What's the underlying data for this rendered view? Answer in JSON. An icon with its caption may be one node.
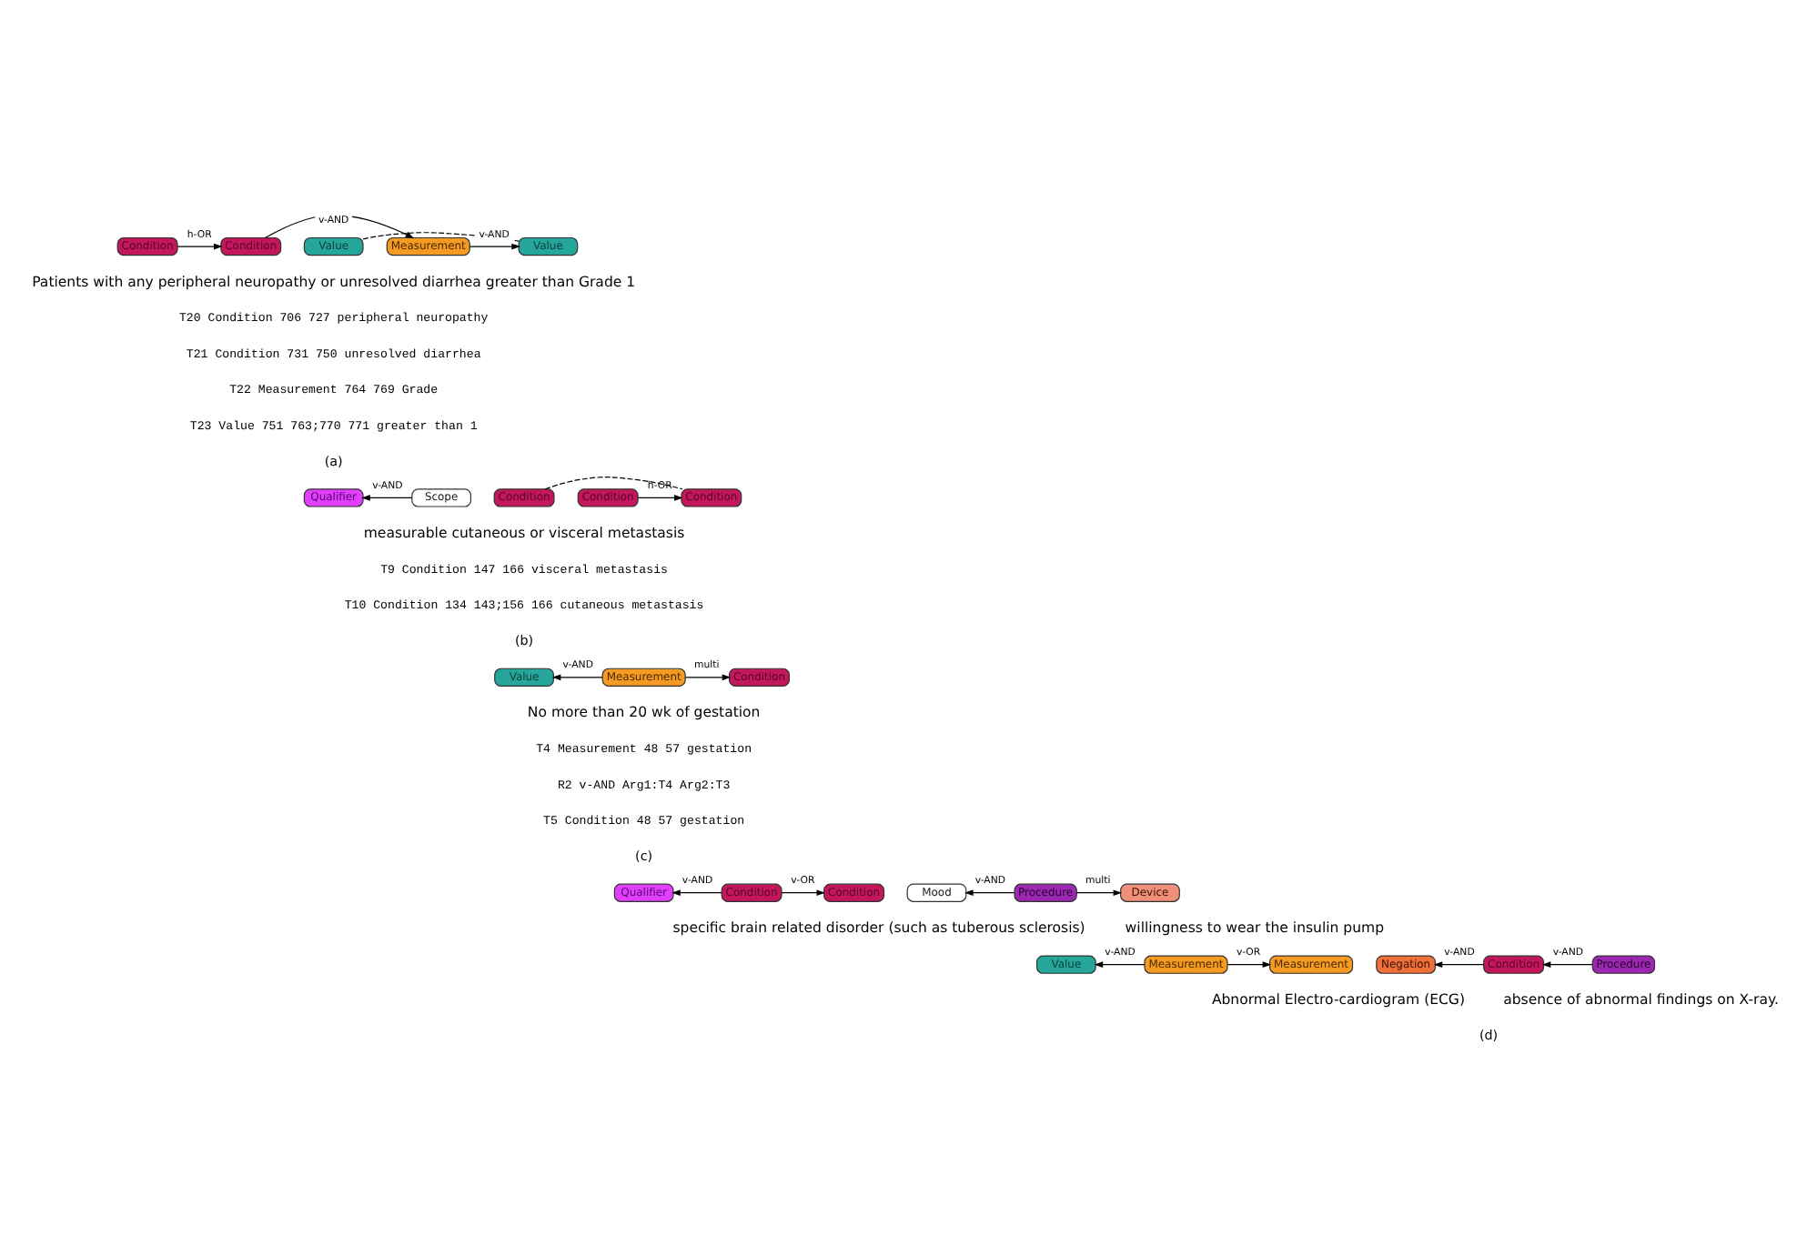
{
  "diagram": {
    "nodes": [
      {
        "text": [
          "Condition"
        ]
      },
      {
        "text": [
          "Condition"
        ]
      },
      {
        "text": [
          "Value"
        ]
      },
      {
        "text": [
          "Measurement"
        ]
      },
      {
        "text": [
          "Value"
        ]
      },
      {
        "text": [
          "Scope"
        ]
      },
      {
        "text": [
          "Condition"
        ]
      },
      {
        "text": [
          "Qualifier"
        ]
      },
      {
        "text": [
          "Condition"
        ]
      },
      {
        "text": [
          "Condition"
        ]
      },
      {
        "text": [
          "Value"
        ]
      },
      {
        "text": [
          "Measurement"
        ]
      },
      {
        "text": [
          "Condition"
        ]
      },
      {
        "text": [
          "Qualifier"
        ]
      },
      {
        "text": [
          "Condition"
        ]
      },
      {
        "text": [
          "Condition"
        ]
      },
      {
        "text": [
          "Procedure"
        ]
      },
      {
        "text": [
          "Mood"
        ]
      },
      {
        "text": [
          "Device"
        ]
      },
      {
        "text": [
          "Value"
        ]
      },
      {
        "text": [
          "Measurement"
        ]
      },
      {
        "text": [
          "Measurement"
        ]
      },
      {
        "text": [
          "Negation"
        ]
      },
      {
        "text": [
          "Condition"
        ]
      },
      {
        "text": [
          "Procedure"
        ]
      }
    ],
    "edges": [
      {
        "from": 0,
        "to": 1,
        "arrow": "to",
        "label": "h-OR"
      },
      {
        "from": 1,
        "to": 3,
        "arrow": "to",
        "label": "v-AND"
      },
      {
        "from": 3,
        "to": 4,
        "arrow": "to",
        "label": "v-AND"
      },
      {
        "from": 2,
        "to": 4,
        "arrow": "none",
        "style": "dashed"
      },
      {
        "from": 5,
        "to": 7,
        "arrow": "to",
        "label": "v-AND"
      },
      {
        "from": 6,
        "to": 9,
        "arrow": "to",
        "label": "h-OR"
      },
      {
        "from": 8,
        "to": 9,
        "arrow": "none",
        "style": "dashed"
      },
      {
        "from": 11,
        "to": 10,
        "arrow": "to",
        "label": "v-AND"
      },
      {
        "from": 11,
        "to": 12,
        "arrow": "to",
        "label": "multi"
      },
      {
        "from": 14,
        "to": 13,
        "arrow": "to",
        "label": "v-AND"
      },
      {
        "from": 14,
        "to": 15,
        "arrow": "to",
        "label": "v-OR"
      },
      {
        "from": 16,
        "to": 17,
        "arrow": "to",
        "label": "v-AND"
      },
      {
        "from": 16,
        "to": 18,
        "arrow": "to",
        "label": "multi"
      },
      {
        "from": 20,
        "to": 19,
        "arrow": "to",
        "label": "v-AND"
      },
      {
        "from": 20,
        "to": 21,
        "arrow": "to",
        "label": "v-OR"
      },
      {
        "from": 23,
        "to": 22,
        "arrow": "to",
        "label": "v-AND"
      },
      {
        "from": 24,
        "to": 23,
        "arrow": "to",
        "label": "v-AND"
      }
    ],
    "labels": [
      "Patients with any peripheral neuropathy or unresolved diarrhea greater than Grade 1",
      "T20 Condition 706 727 peripheral neuropathy",
      "T21 Condition 731 750 unresolved diarrhea",
      "T22 Measurement 764 769 Grade",
      "T23 Value 751 763;770 771 greater than 1",
      "(a)",
      "measurable cutaneous or visceral metastasis",
      "T9 Condition 147 166 visceral metastasis",
      "T10 Condition 134 143;156 166 cutaneous metastasis",
      "(b)",
      "No more than 20 wk of gestation",
      "T4 Measurement 48 57 gestation",
      "R2 v-AND Arg1:T4 Arg2:T3",
      "T5 Condition 48 57 gestation",
      "(c)",
      "specific brain related disorder (such as tuberous sclerosis)",
      "willingness to wear the insulin pump",
      "Abnormal Electro-cardiogram (ECG)",
      "absence of abnormal findings on X-ray.",
      "(d)"
    ]
  }
}
